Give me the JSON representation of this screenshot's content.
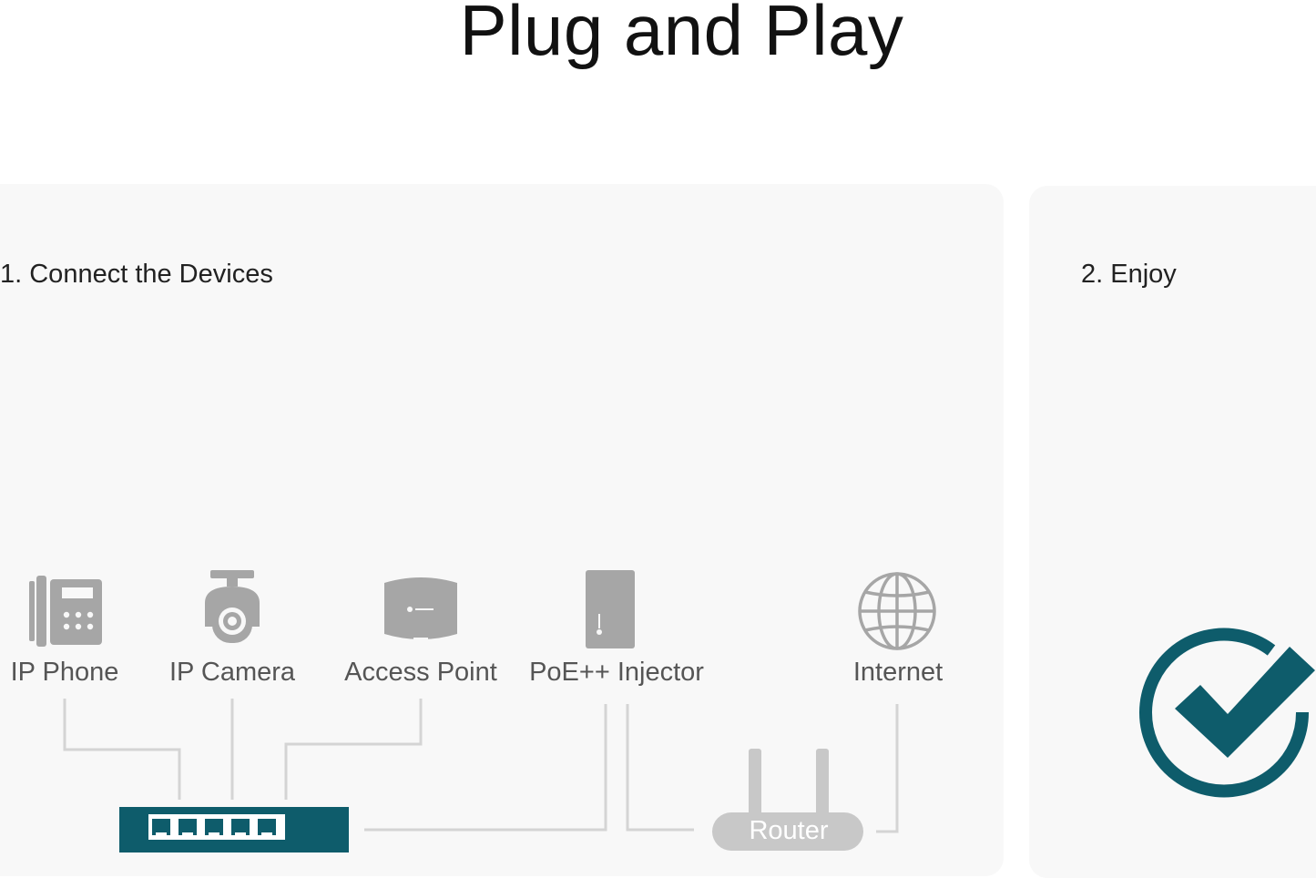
{
  "title": "Plug and Play",
  "steps": {
    "step1": "1. Connect the Devices",
    "step2": "2. Enjoy"
  },
  "devices": {
    "ip_phone": "IP Phone",
    "ip_camera": "IP Camera",
    "access_point": "Access Point",
    "poe_injector": "PoE++ Injector",
    "internet": "Internet"
  },
  "router_label": "Router",
  "colors": {
    "icon_gray": "#a6a6a6",
    "line_gray": "#d4d4d4",
    "switch_teal": "#0e5c6b",
    "check_teal": "#0e5c6b",
    "panel_bg": "#f8f8f8"
  },
  "icons": [
    "phone-icon",
    "camera-icon",
    "access-point-icon",
    "poe-injector-icon",
    "globe-icon",
    "switch-icon",
    "router-icon",
    "checkmark-icon"
  ]
}
